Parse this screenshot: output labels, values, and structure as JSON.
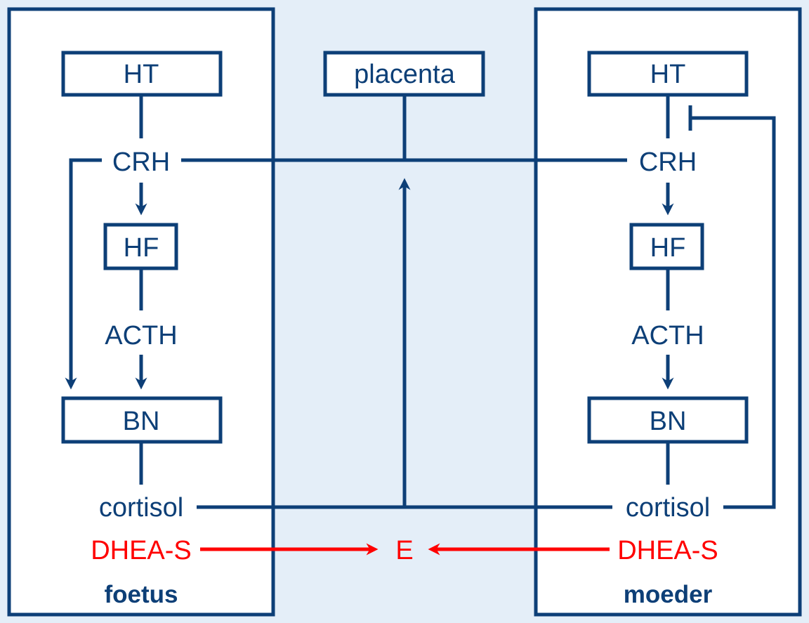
{
  "diagram": {
    "colors": {
      "background": "#e4eef8",
      "panel": "#ffffff",
      "line": "#0d3f77",
      "estrogen": "#ff0000"
    },
    "foetus": {
      "title": "foetus",
      "ht": "HT",
      "crh": "CRH",
      "hf": "HF",
      "acth": "ACTH",
      "bn": "BN",
      "cortisol": "cortisol",
      "dheas": "DHEA-S"
    },
    "placenta": {
      "label": "placenta",
      "e": "E"
    },
    "moeder": {
      "title": "moeder",
      "ht": "HT",
      "crh": "CRH",
      "hf": "HF",
      "acth": "ACTH",
      "bn": "BN",
      "cortisol": "cortisol",
      "dheas": "DHEA-S"
    }
  }
}
